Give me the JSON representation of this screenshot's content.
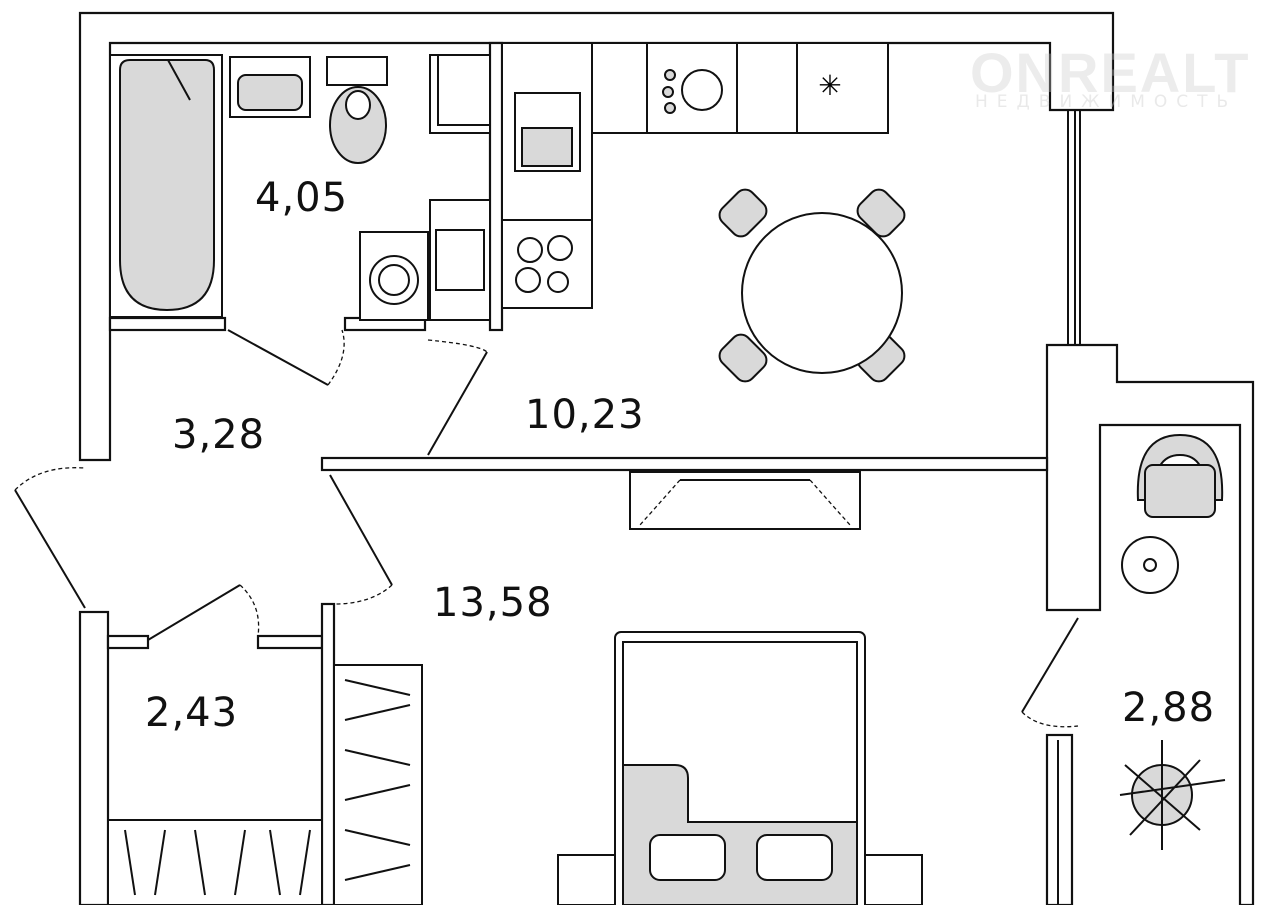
{
  "watermark": {
    "brand": "ONREALT",
    "subtitle": "НЕДВИЖИМОСТЬ"
  },
  "rooms": [
    {
      "id": "bathroom",
      "area": "4,05"
    },
    {
      "id": "hallway",
      "area": "3,28"
    },
    {
      "id": "kitchen",
      "area": "10,23"
    },
    {
      "id": "bedroom",
      "area": "13,58"
    },
    {
      "id": "storage",
      "area": "2,43"
    },
    {
      "id": "balcony",
      "area": "2,88"
    }
  ]
}
